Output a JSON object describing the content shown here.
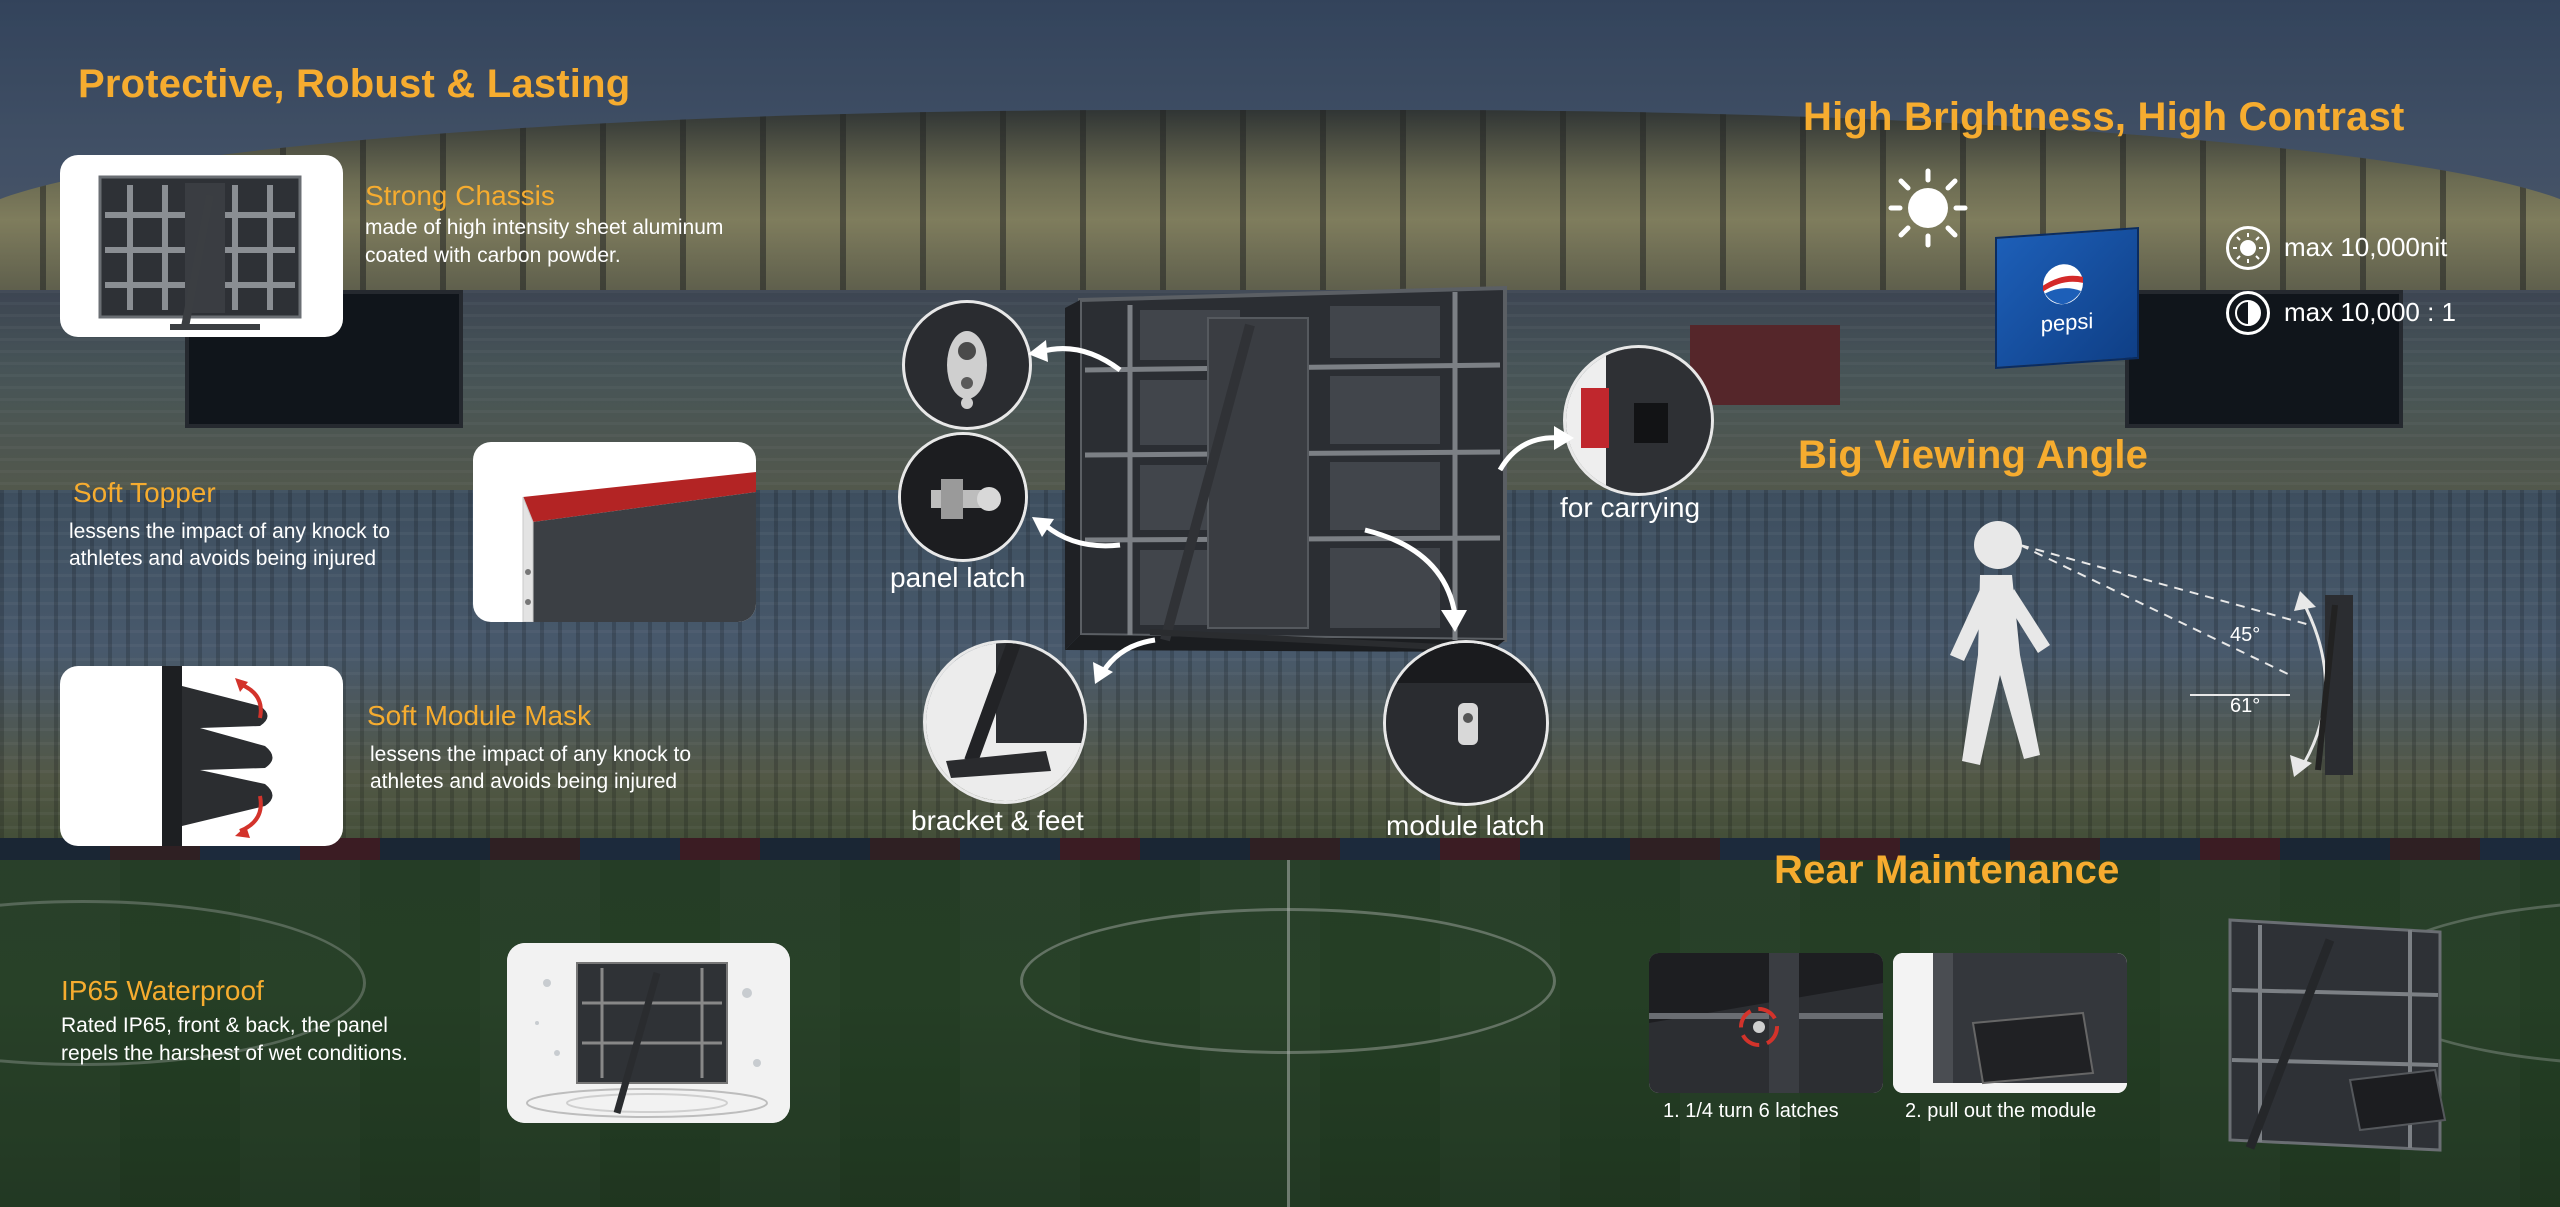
{
  "sections": {
    "protective": {
      "heading": "Protective, Robust & Lasting",
      "strong_chassis": {
        "title": "Strong Chassis",
        "line1": "made of high intensity sheet aluminum",
        "line2": "coated with carbon powder."
      },
      "soft_topper": {
        "title": "Soft Topper",
        "line1": "lessens the impact of any knock to",
        "line2": "athletes and avoids being injured"
      },
      "soft_module_mask": {
        "title": "Soft Module Mask",
        "line1": "lessens the impact of any knock to",
        "line2": "athletes and avoids being injured"
      },
      "ip65": {
        "title": "IP65 Waterproof",
        "line1": "Rated IP65, front & back, the panel",
        "line2": "repels the harshest of wet conditions."
      }
    },
    "center": {
      "panel_latch": "panel latch",
      "for_carrying": "for carrying",
      "bracket_feet": "bracket & feet",
      "module_latch": "module latch"
    },
    "brightness": {
      "heading": "High Brightness, High Contrast",
      "spec_brightness": "max 10,000nit",
      "spec_contrast": "max 10,000 : 1",
      "brand_text": "pepsi"
    },
    "viewing": {
      "heading": "Big Viewing Angle",
      "angle_top": "45°",
      "angle_bottom": "61°"
    },
    "maintenance": {
      "heading": "Rear Maintenance",
      "step1": "1. 1/4 turn 6 latches",
      "step2": "2. pull out the module"
    }
  },
  "colors": {
    "accent": "#f6ac2f",
    "text": "#ffffff"
  },
  "icons": [
    "sun-icon",
    "brightness-icon",
    "contrast-icon",
    "walking-person-icon",
    "curved-arrow-icon"
  ]
}
